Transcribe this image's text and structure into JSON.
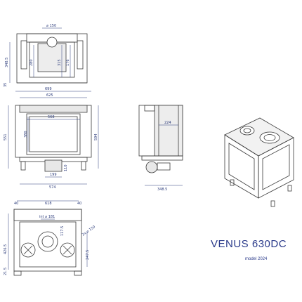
{
  "product": {
    "name": "VENUS 630DC",
    "model": "model 2024"
  },
  "colors": {
    "line": "#3a3a3a",
    "dimension": "#2a3a7a",
    "title": "#2a3a8a",
    "fill_light": "#e8e8e8"
  },
  "views": {
    "top_view": {
      "labels": {
        "dia_top": "⌀ 150",
        "h_left": "348.5",
        "h_a": "280",
        "h_b": "315",
        "h_c": "176",
        "offset": "35"
      }
    },
    "front_view": {
      "labels": {
        "w_outer": "699",
        "w_mid": "625",
        "w_glass": "568",
        "h_total": "551",
        "h_glass": "380",
        "h_right": "594",
        "w_base": "574",
        "w_inlet": "199",
        "h_inlet": "110"
      }
    },
    "side_view": {
      "labels": {
        "depth_inner": "224",
        "depth_total": "348.5"
      }
    },
    "bottom_view": {
      "labels": {
        "w_total": "618",
        "m_left": "40",
        "m_right": "40",
        "dia_inlet": "int ⌀ 181",
        "h_inlet": "117.5",
        "dia_side": "2x ⌀ 150",
        "depth_total": "426.5",
        "depth_inlet": "247.5",
        "left_offset": "21.5"
      }
    }
  }
}
